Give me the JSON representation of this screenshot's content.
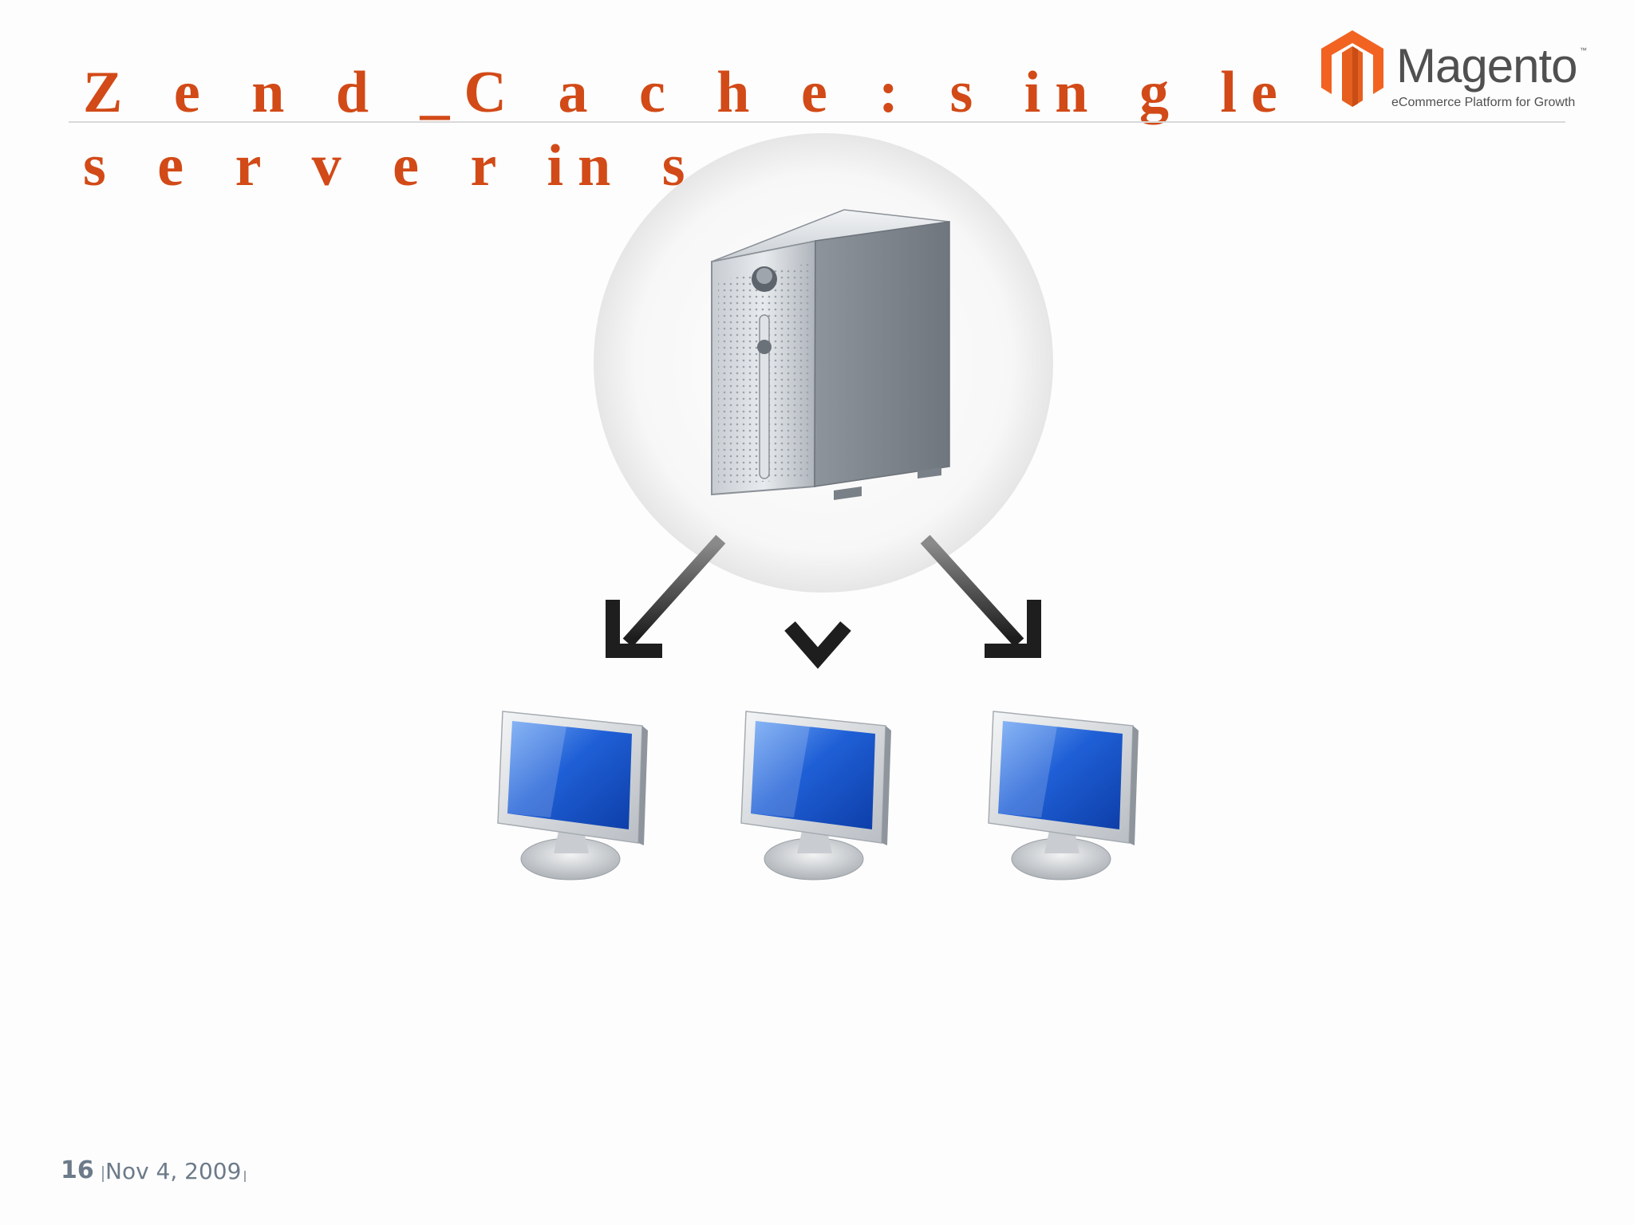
{
  "slide": {
    "title_line1": "Z e n d _C a c h e : s in g le",
    "title_line2": "s e r v e r in s",
    "page_number": "16",
    "date": "Nov 4, 2009"
  },
  "logo": {
    "name": "Magento",
    "trademark": "™",
    "tagline": "eCommerce Platform for Growth"
  },
  "colors": {
    "title": "#d24a17",
    "logo_orange": "#f26322",
    "monitor_screen": "#1f5fd6"
  },
  "diagram": {
    "server_icon": "server-tower-icon",
    "client_icon": "desktop-monitor-icon",
    "arrow_icon": "arrow-down-icon"
  }
}
